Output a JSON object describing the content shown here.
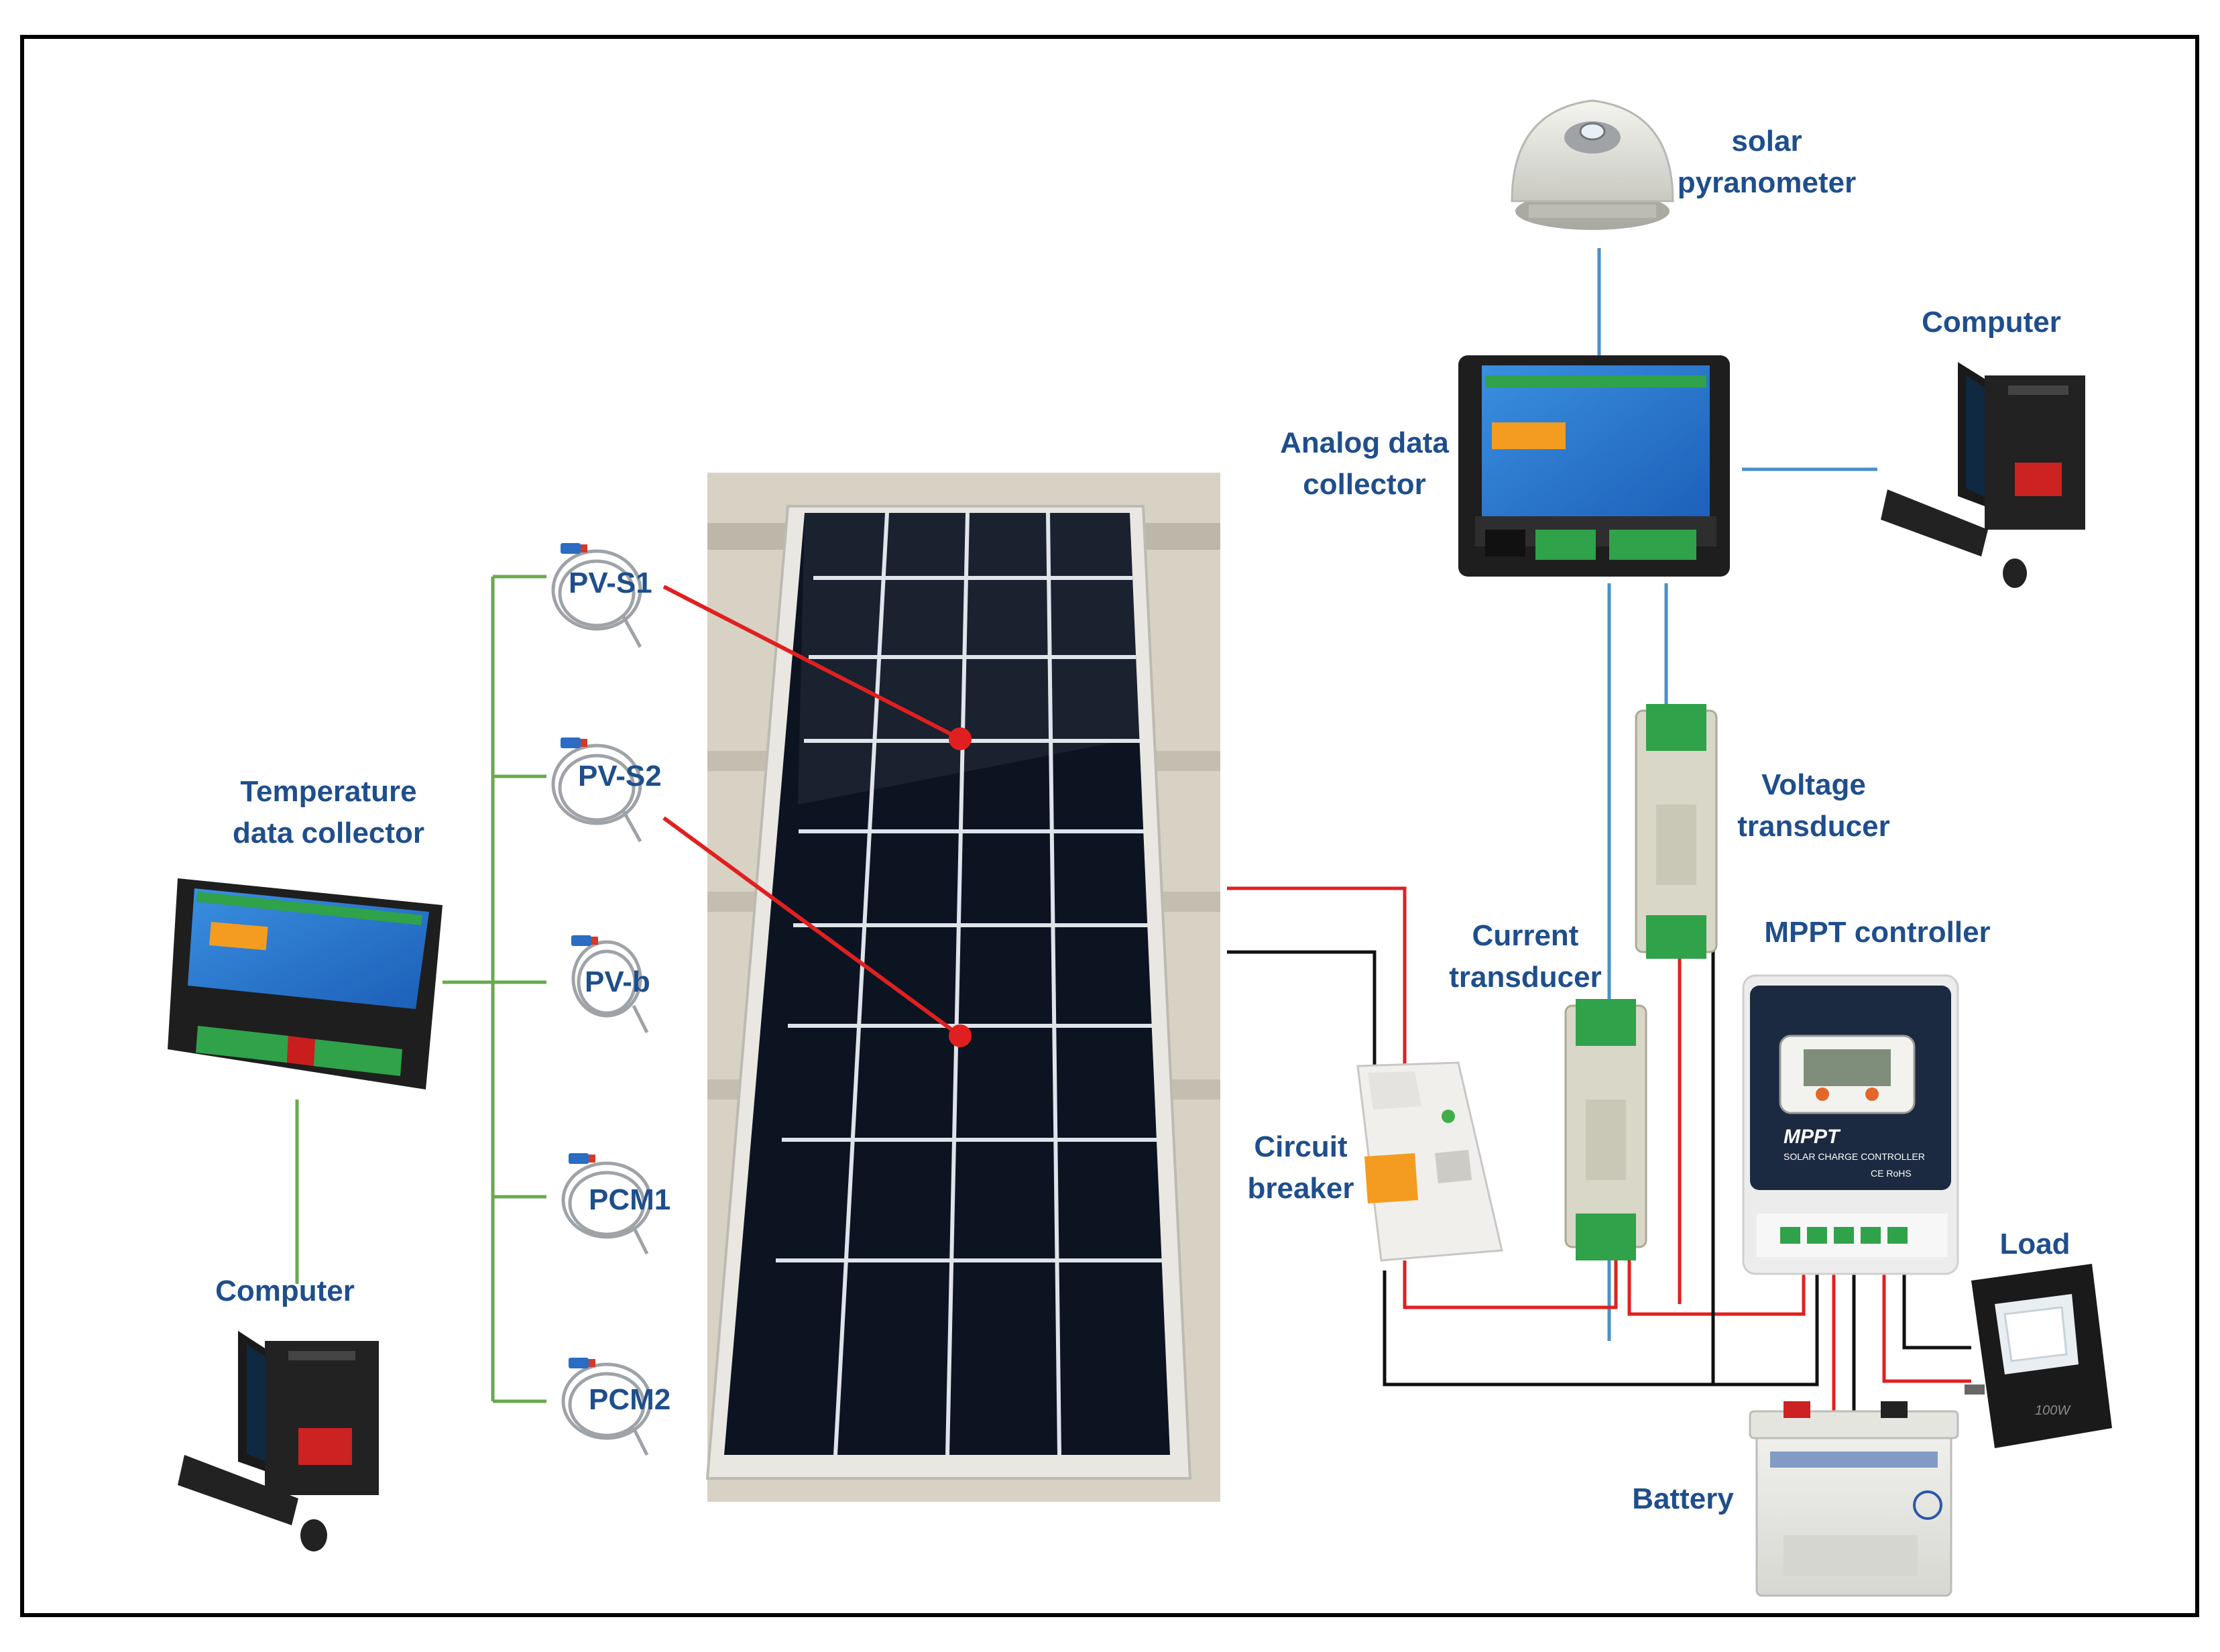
{
  "labels": {
    "solar_pyranometer": [
      "solar",
      "pyranometer"
    ],
    "computer_right": "Computer",
    "analog_collector": [
      "Analog data",
      "collector"
    ],
    "temperature_collector": [
      "Temperature",
      "data collector"
    ],
    "computer_left": "Computer",
    "voltage_transducer": [
      "Voltage",
      "transducer"
    ],
    "current_transducer": [
      "Current",
      "transducer"
    ],
    "mppt_controller": "MPPT controller",
    "circuit_breaker": [
      "Circuit",
      "breaker"
    ],
    "load": "Load",
    "battery": "Battery"
  },
  "sensors": [
    "PV-S1",
    "PV-S2",
    "PV-b",
    "PCM1",
    "PCM2"
  ],
  "device_text": {
    "mppt_logo": "MPPT",
    "mppt_sub": "SOLAR CHARGE CONTROLLER",
    "mppt_ce": "CE RoHS",
    "load_rating": "100W"
  },
  "colors": {
    "label_blue": "#1f4e8c",
    "wire_blue": "#4a90c8",
    "wire_green": "#6aa84f",
    "wire_red": "#e02020",
    "wire_black": "#111111"
  }
}
